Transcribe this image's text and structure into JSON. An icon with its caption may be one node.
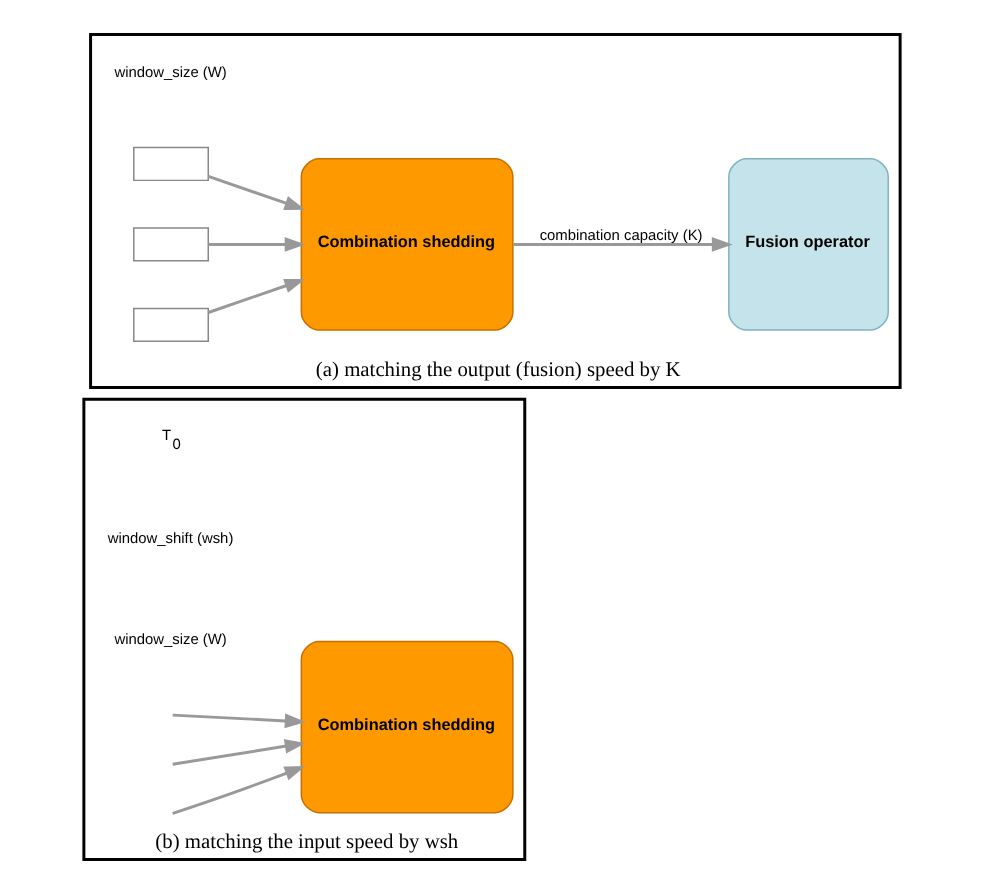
{
  "diagram": {
    "nodes": [
      {
        "text": [
          "(a) matching the output (fusion) speed by K"
        ]
      },
      {
        "text": [],
        "shape": "box",
        "in": 0
      },
      {
        "text": [],
        "shape": "box",
        "in": 0
      },
      {
        "text": [],
        "shape": "box",
        "in": 0
      },
      {
        "text": [
          "Combination shedding"
        ],
        "in": 0
      },
      {
        "text": [
          "Fusion operator"
        ],
        "in": 0
      },
      {
        "text": [
          "(b) matching the input speed by wsh"
        ]
      },
      {
        "text": [
          "Combination shedding"
        ],
        "in": 6
      }
    ],
    "edges": [
      {
        "from": 1,
        "to": 4,
        "arrow": "to"
      },
      {
        "from": 2,
        "to": 4,
        "arrow": "to"
      },
      {
        "from": 3,
        "to": 4,
        "arrow": "to"
      },
      {
        "from": 4,
        "to": 5,
        "arrow": "to",
        "label": "combination capacity (K)"
      },
      {
        "from": null,
        "to": 7,
        "arrow": "to"
      },
      {
        "from": null,
        "to": 7,
        "arrow": "to"
      },
      {
        "from": null,
        "to": 7,
        "arrow": "to"
      }
    ],
    "labels": [
      "window_size (W)",
      "T$_{0}$",
      "window_shift (wsh)",
      "window_size (W)"
    ]
  }
}
